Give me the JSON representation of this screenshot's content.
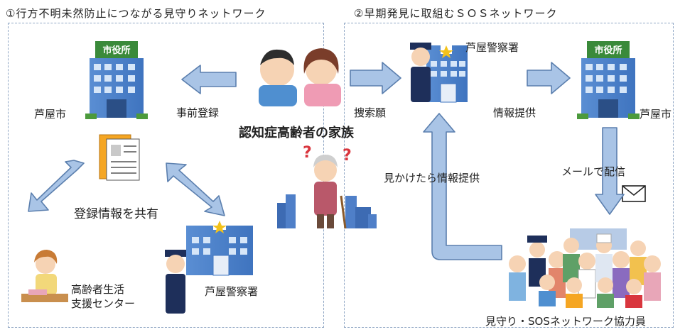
{
  "panel_left": {
    "title": "①行方不明未然防止につながる見守りネットワーク"
  },
  "panel_right": {
    "title": "②早期発見に取組むＳＯＳネットワーク"
  },
  "labels": {
    "city_left": "芦屋市",
    "pre_registration": "事前登録",
    "family": "認知症高齢者の家族",
    "search_request": "捜索願",
    "police_right": "芦屋警察署",
    "info_provision": "情報提供",
    "city_right": "芦屋市",
    "share_info": "登録情報を共有",
    "seen_info": "見かけたら情報提供",
    "mail_delivery": "メールで配信",
    "support_center": "高齢者生活\n支援センター",
    "police_left": "芦屋警察署",
    "cooperators": "見守り・SOSネットワーク協力員"
  },
  "signs": {
    "city_hall": "市役所"
  },
  "colors": {
    "arrow_fill": "#a9c4e6",
    "arrow_stroke": "#5b7fae",
    "border": "#8fa6c4"
  }
}
